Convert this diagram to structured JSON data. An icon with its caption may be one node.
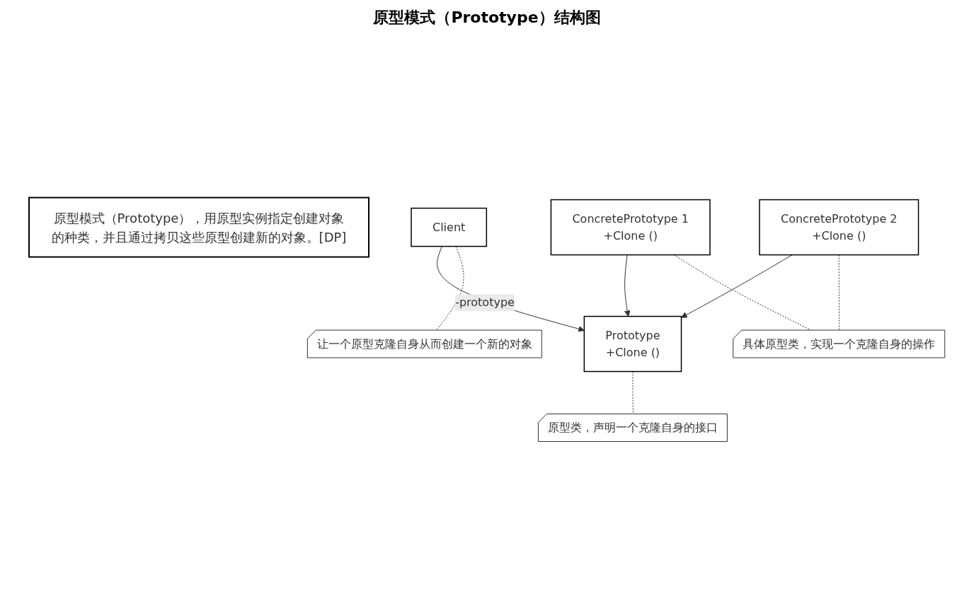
{
  "diagram": {
    "title": "原型模式（Prototype）结构图",
    "nodes": [
      {
        "text": [
          "原型模式（Prototype），用原型实例指定创建对象的种类，并且通过拷贝这些原型创建新的对象。[DP]"
        ]
      },
      {
        "text": [
          "Client"
        ]
      },
      {
        "text": [
          "Prototype",
          "+Clone ()"
        ]
      },
      {
        "text": [
          "原型类，声明一个克隆自身的接口"
        ]
      },
      {
        "text": [
          "让一个原型克隆自身从而创建一个新的对象"
        ]
      },
      {
        "text": [
          "ConcretePrototype 1",
          "+Clone ()"
        ]
      },
      {
        "text": [
          "ConcretePrototype 2",
          "+Clone ()"
        ]
      },
      {
        "text": [
          "具体原型类，实现一个克隆自身的操作"
        ]
      }
    ],
    "edges": [
      {
        "from": 1,
        "to": 2,
        "arrow": "to",
        "label": "-prototype"
      },
      {
        "from": 2,
        "to": 3,
        "arrow": "none",
        "style": "dashed"
      },
      {
        "from": 1,
        "to": 4,
        "arrow": "none",
        "style": "dashed"
      },
      {
        "from": 5,
        "to": 2,
        "arrow": "to"
      },
      {
        "from": 6,
        "to": 2,
        "arrow": "to"
      },
      {
        "from": 5,
        "to": 7,
        "arrow": "none",
        "style": "dashed"
      },
      {
        "from": 6,
        "to": 7,
        "arrow": "none",
        "style": "dashed"
      }
    ]
  }
}
